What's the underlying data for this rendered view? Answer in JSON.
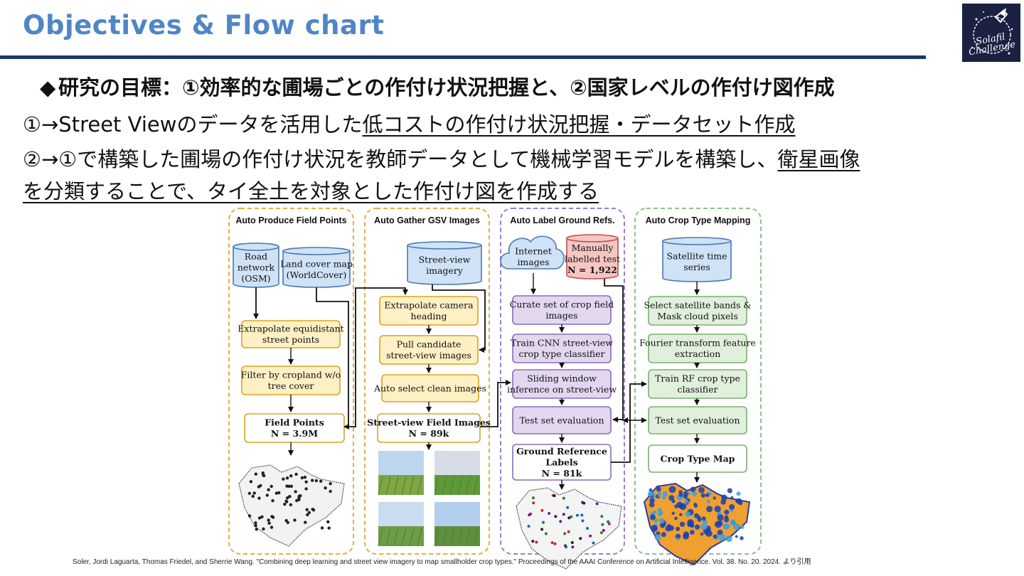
{
  "slide": {
    "title": "Objectives & Flow chart",
    "goal_bullet": "◆",
    "goal": "研究の目標：①効率的な圃場ごとの作付け状況把握と、②国家レベルの作付け図作成",
    "line1_prefix": "①→Street Viewのデータを活用した",
    "line1_underline": "低コストの作付け状況把握・データセット作成",
    "line2_prefix": "②→①で構築した圃場の作付け状況を教師データとして機械学習モデルを構築し、",
    "line2_underline": "衛星画像",
    "line3_underline": "を分類することで、タイ全土を対象とした作付け図を作成する",
    "citation": "Soler, Jordi Laguarta, Thomas Friedel, and Sherrie Wang. \"Combining deep learning and street view imagery to map smallholder crop types.\" Proceedings of the AAAI Conference on Artificial Intelligence. Vol. 38. No. 20. 2024. より引用",
    "logo_lines": [
      "Solafil",
      "Challenge"
    ]
  },
  "diagram": {
    "columns": [
      {
        "title": "Auto Produce Field Points",
        "border": "#e0b040"
      },
      {
        "title": "Auto Gather GSV Images",
        "border": "#e0b040"
      },
      {
        "title": "Auto Label Ground Refs.",
        "border": "#9b7ec8"
      },
      {
        "title": "Auto Crop Type Mapping",
        "border": "#8cc08c"
      }
    ],
    "sources": [
      {
        "lines": [
          "Road",
          "network",
          "(OSM)"
        ]
      },
      {
        "lines": [
          "Land cover map",
          "(WorldCover)"
        ]
      },
      {
        "lines": [
          "Street-view",
          "imagery"
        ]
      },
      {
        "lines": [
          "Internet",
          "images"
        ]
      },
      {
        "lines": [
          "Manually",
          "labelled test",
          "N = 1,922"
        ]
      },
      {
        "lines": [
          "Satellite time",
          "series"
        ]
      }
    ],
    "steps": [
      {
        "lines": [
          "Extrapolate equidistant",
          "street points"
        ]
      },
      {
        "lines": [
          "Filter by cropland w/o",
          "tree cover"
        ]
      },
      {
        "lines": [
          "Field Points",
          "N =  3.9M"
        ]
      },
      {
        "lines": [
          "Extrapolate camera",
          "heading"
        ]
      },
      {
        "lines": [
          "Pull candidate",
          "street-view images"
        ]
      },
      {
        "lines": [
          "Auto select clean images"
        ]
      },
      {
        "lines": [
          "Street-view Field Images",
          "N = 89k"
        ]
      },
      {
        "lines": [
          "Curate set of crop field",
          "images"
        ]
      },
      {
        "lines": [
          "Train CNN street-view",
          "crop type classifier"
        ]
      },
      {
        "lines": [
          "Sliding window",
          "inference on street-view"
        ]
      },
      {
        "lines": [
          "Test set evaluation"
        ]
      },
      {
        "lines": [
          "Ground Reference",
          "Labels",
          "N = 81k"
        ]
      },
      {
        "lines": [
          "Select satellite bands &",
          "Mask cloud pixels"
        ]
      },
      {
        "lines": [
          "Fourier transform feature",
          "extraction"
        ]
      },
      {
        "lines": [
          "Train RF crop type",
          "classifier"
        ]
      },
      {
        "lines": [
          "Test set evaluation"
        ]
      },
      {
        "lines": [
          "Crop Type Map"
        ]
      }
    ],
    "colors": {
      "yellow_fill": "#fdf0c4",
      "yellow_stroke": "#d9a520",
      "purple_fill": "#e3d7f0",
      "purple_stroke": "#8a6bb8",
      "green_fill": "#e0f0dc",
      "green_stroke": "#7bb06f",
      "blue_fill": "#cfe2f6",
      "blue_stroke": "#4b78b0",
      "red_fill": "#f6c6c2",
      "red_stroke": "#c0504d",
      "white_fill": "#ffffff"
    }
  }
}
